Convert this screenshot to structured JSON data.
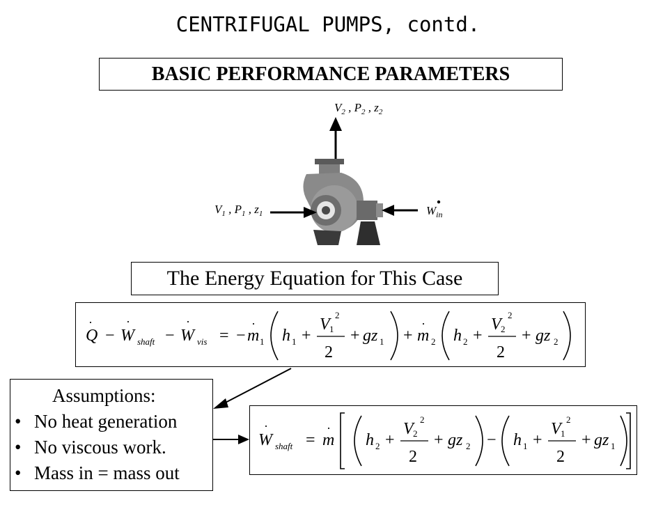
{
  "title": "CENTRIFUGAL PUMPS, contd.",
  "header": {
    "label": "BASIC PERFORMANCE PARAMETERS"
  },
  "diagram": {
    "outlet_label": "V2 , P2 , z2",
    "inlet_label": "V1 , P1 , z1",
    "work_label": "Win"
  },
  "energy_box": {
    "label": "The Energy Equation for This Case"
  },
  "assumptions": {
    "title": "Assumptions:",
    "items": [
      "No heat generation",
      "No viscous work.",
      "Mass in = mass out"
    ]
  },
  "colors": {
    "line": "#000000",
    "pump_body": "#8a8a8a"
  }
}
